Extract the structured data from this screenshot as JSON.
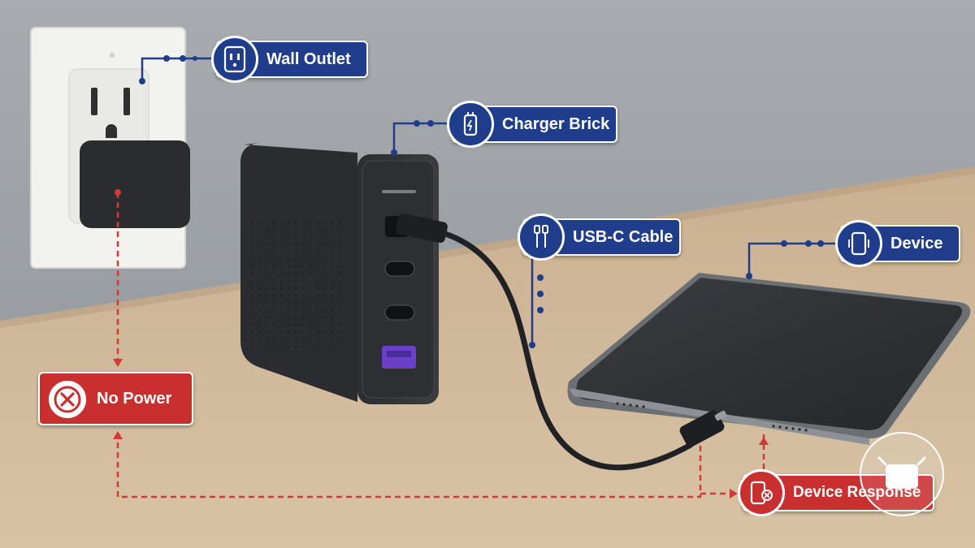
{
  "labels": {
    "wall_outlet": "Wall Outlet",
    "charger_brick": "Charger Brick",
    "usb_c_cable": "USB-C Cable",
    "device": "Device",
    "no_power": "No Power",
    "device_response": "Device Response"
  },
  "icons": {
    "wall_outlet": "outlet-icon",
    "charger_brick": "charger-icon",
    "usb_c_cable": "cable-icon",
    "device": "tablet-icon",
    "no_power": "error-x-icon",
    "device_response": "tablet-error-icon"
  },
  "colors": {
    "callout_blue": "#1f3d8a",
    "callout_red": "#c8302f",
    "connector_blue": "#1f3d8a",
    "connector_red": "#d23a36",
    "usb_a_port": "#6b3fc8"
  }
}
